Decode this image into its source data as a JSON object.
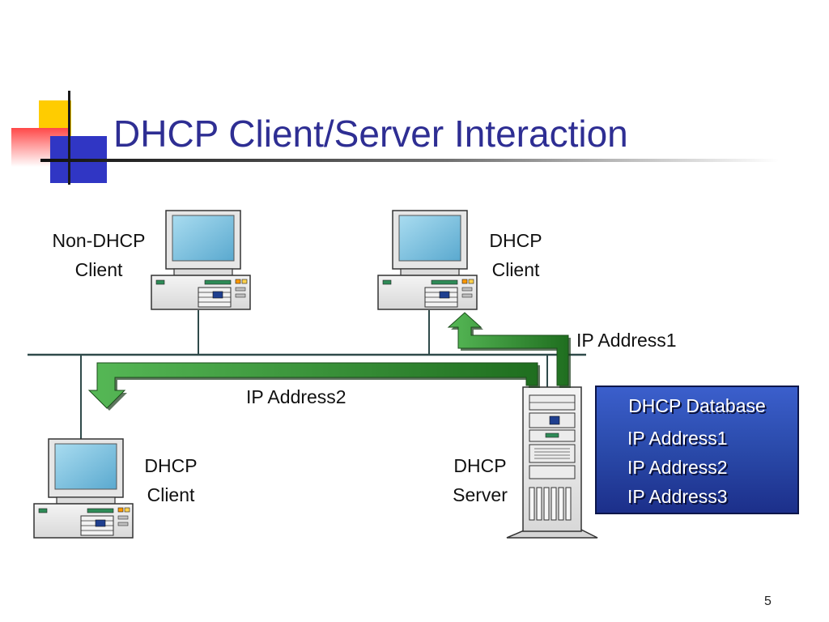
{
  "slide": {
    "title": "DHCP Client/Server Interaction",
    "page_number": "5"
  },
  "labels": {
    "non_dhcp_client_line1": "Non-DHCP",
    "non_dhcp_client_line2": "Client",
    "dhcp_client_top_line1": "DHCP",
    "dhcp_client_top_line2": "Client",
    "dhcp_client_bottom_line1": "DHCP",
    "dhcp_client_bottom_line2": "Client",
    "dhcp_server_line1": "DHCP",
    "dhcp_server_line2": "Server",
    "arrow_ip1": "IP Address1",
    "arrow_ip2": "IP Address2"
  },
  "database": {
    "title": "DHCP Database",
    "items": [
      "IP Address1",
      "IP Address2",
      "IP Address3"
    ]
  },
  "colors": {
    "title": "#2e2e93",
    "arrow_green": "#3fa33f",
    "database_blue": "#2a4aaa",
    "monitor_screen": "#7fc4e0"
  }
}
